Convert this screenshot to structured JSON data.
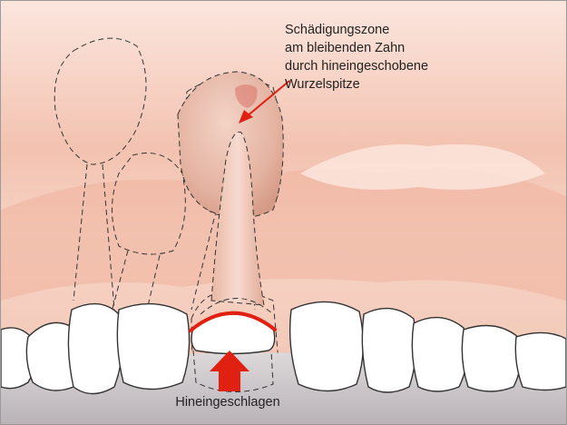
{
  "figure": {
    "callout_lines": [
      "Schädigungszone",
      "am bleibenden Zahn",
      "durch hineingeschobene",
      "Wurzelspitze"
    ],
    "bottom_label": "Hineingeschlagen"
  },
  "colors": {
    "gum_background": "#f7ddd3",
    "gum_dark": "#e8a58f",
    "tooth_root": "#efc4b2",
    "tooth_crown": "#ffffff",
    "damage_red": "#e02010",
    "floor_gray": "#c8c3c6"
  }
}
